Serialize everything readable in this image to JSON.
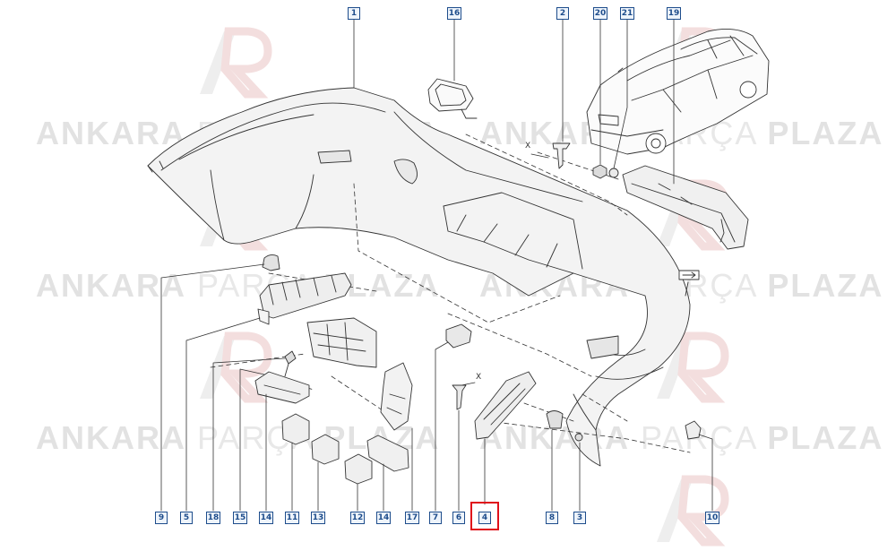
{
  "watermark": {
    "word1": "ANKARA",
    "word2": "PARÇA",
    "word3": "PLAZA"
  },
  "callouts": {
    "c1": "1",
    "c16": "16",
    "c2": "2",
    "c20": "20",
    "c21": "21",
    "c19": "19",
    "c9": "9",
    "c5": "5",
    "c18": "18",
    "c15": "15",
    "c14a": "14",
    "c11": "11",
    "c13": "13",
    "c12": "12",
    "c14b": "14",
    "c17": "17",
    "c7": "7",
    "c6": "6",
    "c4": "4",
    "c8": "8",
    "c3": "3",
    "c10": "10"
  },
  "marks": {
    "x1": "X",
    "x2": "X"
  },
  "colors": {
    "callout_border": "#1e4d8c",
    "highlight": "#e0101a",
    "line": "#333333",
    "watermark": "#e2e2e2"
  },
  "icons": {
    "logo": "ar-logo-watermark"
  }
}
